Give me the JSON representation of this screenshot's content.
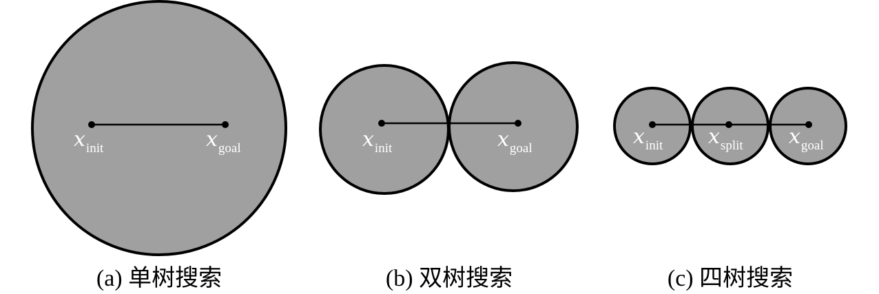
{
  "panels": [
    {
      "caption": "(a) 单树搜索",
      "nodes": [
        {
          "var": "x",
          "sub": "init"
        },
        {
          "var": "x",
          "sub": "goal"
        }
      ]
    },
    {
      "caption": "(b) 双树搜索",
      "nodes": [
        {
          "var": "x",
          "sub": "init"
        },
        {
          "var": "x",
          "sub": "goal"
        }
      ]
    },
    {
      "caption": "(c) 四树搜索",
      "nodes": [
        {
          "var": "x",
          "sub": "init"
        },
        {
          "var": "x",
          "sub": "split"
        },
        {
          "var": "x",
          "sub": "goal"
        }
      ]
    }
  ],
  "colors": {
    "region_fill": "#a0a0a0",
    "outline": "#000000",
    "node_label": "#ffffff"
  }
}
